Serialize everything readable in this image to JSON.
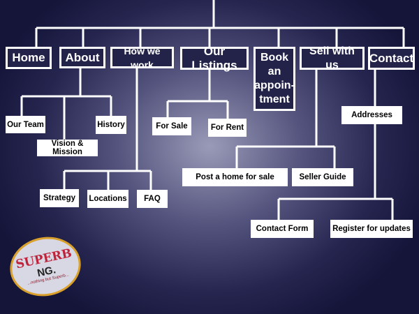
{
  "nav": {
    "home": "Home",
    "about": "About",
    "how": "How we work",
    "listings": "Our Listings",
    "book": "Book an appoin-tment",
    "sell": "Sell with us",
    "contact": "Contact"
  },
  "about_children": {
    "team": "Our Team",
    "vision": "Vision & Mission",
    "history": "History"
  },
  "how_children": {
    "strategy": "Strategy",
    "locations": "Locations",
    "faq": "FAQ"
  },
  "listings_children": {
    "sale": "For Sale",
    "rent": "For Rent"
  },
  "sell_children": {
    "post": "Post a home for sale",
    "guide": "Seller Guide"
  },
  "contact_children": {
    "addresses": "Addresses",
    "form": "Contact Form",
    "register": "Register for updates"
  },
  "logo": {
    "brand": "SUPERB",
    "suffix": "NG.",
    "tagline": "...nothing but Superb..."
  }
}
